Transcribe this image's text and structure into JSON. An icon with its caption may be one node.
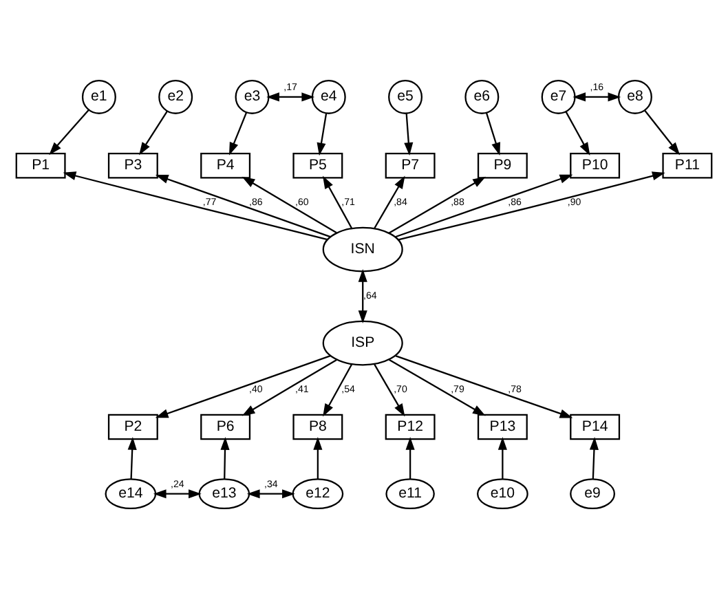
{
  "diagram": {
    "nodes": [
      {
        "text": [
          "e1"
        ]
      },
      {
        "text": [
          "e2"
        ]
      },
      {
        "text": [
          "e3"
        ]
      },
      {
        "text": [
          "e4"
        ]
      },
      {
        "text": [
          "e5"
        ]
      },
      {
        "text": [
          "e6"
        ]
      },
      {
        "text": [
          "e7"
        ]
      },
      {
        "text": [
          "e8"
        ]
      },
      {
        "text": [
          "P1"
        ]
      },
      {
        "text": [
          "P3"
        ]
      },
      {
        "text": [
          "P4"
        ]
      },
      {
        "text": [
          "P5"
        ]
      },
      {
        "text": [
          "P7"
        ]
      },
      {
        "text": [
          "P9"
        ]
      },
      {
        "text": [
          "P10"
        ]
      },
      {
        "text": [
          "P11"
        ]
      },
      {
        "text": [
          "ISN"
        ]
      },
      {
        "text": [
          "ISP"
        ]
      },
      {
        "text": [
          "P2"
        ]
      },
      {
        "text": [
          "P6"
        ]
      },
      {
        "text": [
          "P8"
        ]
      },
      {
        "text": [
          "P12"
        ]
      },
      {
        "text": [
          "P13"
        ]
      },
      {
        "text": [
          "P14"
        ]
      },
      {
        "text": [
          "e14"
        ]
      },
      {
        "text": [
          "e13"
        ]
      },
      {
        "text": [
          "e12"
        ]
      },
      {
        "text": [
          "e11"
        ]
      },
      {
        "text": [
          "e10"
        ]
      },
      {
        "text": [
          "e9"
        ]
      }
    ],
    "edges": [
      {
        "from": 0,
        "to": 8,
        "arrow": "to"
      },
      {
        "from": 1,
        "to": 9,
        "arrow": "to"
      },
      {
        "from": 2,
        "to": 10,
        "arrow": "to"
      },
      {
        "from": 3,
        "to": 11,
        "arrow": "to"
      },
      {
        "from": 4,
        "to": 12,
        "arrow": "to"
      },
      {
        "from": 5,
        "to": 13,
        "arrow": "to"
      },
      {
        "from": 6,
        "to": 14,
        "arrow": "to"
      },
      {
        "from": 7,
        "to": 15,
        "arrow": "to"
      },
      {
        "from": 2,
        "to": 3,
        "arrow": "both",
        "label": ",17"
      },
      {
        "from": 6,
        "to": 7,
        "arrow": "both",
        "label": ",16"
      },
      {
        "from": 16,
        "to": 8,
        "arrow": "to",
        "label": ",77"
      },
      {
        "from": 16,
        "to": 9,
        "arrow": "to",
        "label": ",86"
      },
      {
        "from": 16,
        "to": 10,
        "arrow": "to",
        "label": ",60"
      },
      {
        "from": 16,
        "to": 11,
        "arrow": "to",
        "label": ",71"
      },
      {
        "from": 16,
        "to": 12,
        "arrow": "to",
        "label": ",84"
      },
      {
        "from": 16,
        "to": 13,
        "arrow": "to",
        "label": ",88"
      },
      {
        "from": 16,
        "to": 14,
        "arrow": "to",
        "label": ",86"
      },
      {
        "from": 16,
        "to": 15,
        "arrow": "to",
        "label": ",90"
      },
      {
        "from": 16,
        "to": 17,
        "arrow": "both",
        "label": ",64"
      },
      {
        "from": 17,
        "to": 18,
        "arrow": "to",
        "label": ",40"
      },
      {
        "from": 17,
        "to": 19,
        "arrow": "to",
        "label": ",41"
      },
      {
        "from": 17,
        "to": 20,
        "arrow": "to",
        "label": ",54"
      },
      {
        "from": 17,
        "to": 21,
        "arrow": "to",
        "label": ",70"
      },
      {
        "from": 17,
        "to": 22,
        "arrow": "to",
        "label": ",79"
      },
      {
        "from": 17,
        "to": 23,
        "arrow": "to",
        "label": ",78"
      },
      {
        "from": 24,
        "to": 18,
        "arrow": "to"
      },
      {
        "from": 25,
        "to": 19,
        "arrow": "to"
      },
      {
        "from": 26,
        "to": 20,
        "arrow": "to"
      },
      {
        "from": 27,
        "to": 21,
        "arrow": "to"
      },
      {
        "from": 28,
        "to": 22,
        "arrow": "to"
      },
      {
        "from": 29,
        "to": 23,
        "arrow": "to"
      },
      {
        "from": 24,
        "to": 25,
        "arrow": "both",
        "label": ",24"
      },
      {
        "from": 25,
        "to": 26,
        "arrow": "both",
        "label": ",34"
      }
    ]
  }
}
